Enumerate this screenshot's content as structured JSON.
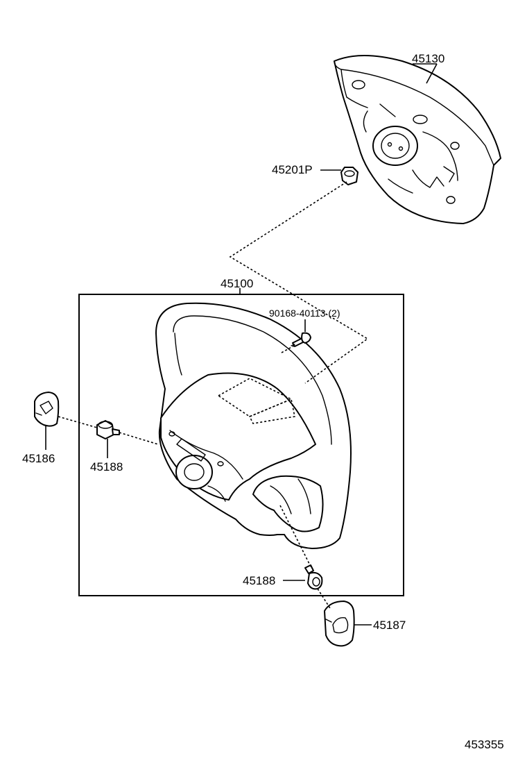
{
  "diagram": {
    "parts": [
      {
        "id": "p45130",
        "number": "45130"
      },
      {
        "id": "p45201p",
        "number": "45201P"
      },
      {
        "id": "p45100",
        "number": "45100"
      },
      {
        "id": "p90168",
        "number": "90168-40113 (2)"
      },
      {
        "id": "p45186",
        "number": "45186"
      },
      {
        "id": "p45188a",
        "number": "45188"
      },
      {
        "id": "p45188b",
        "number": "45188"
      },
      {
        "id": "p45187",
        "number": "45187"
      }
    ],
    "figure_number": "453355"
  }
}
